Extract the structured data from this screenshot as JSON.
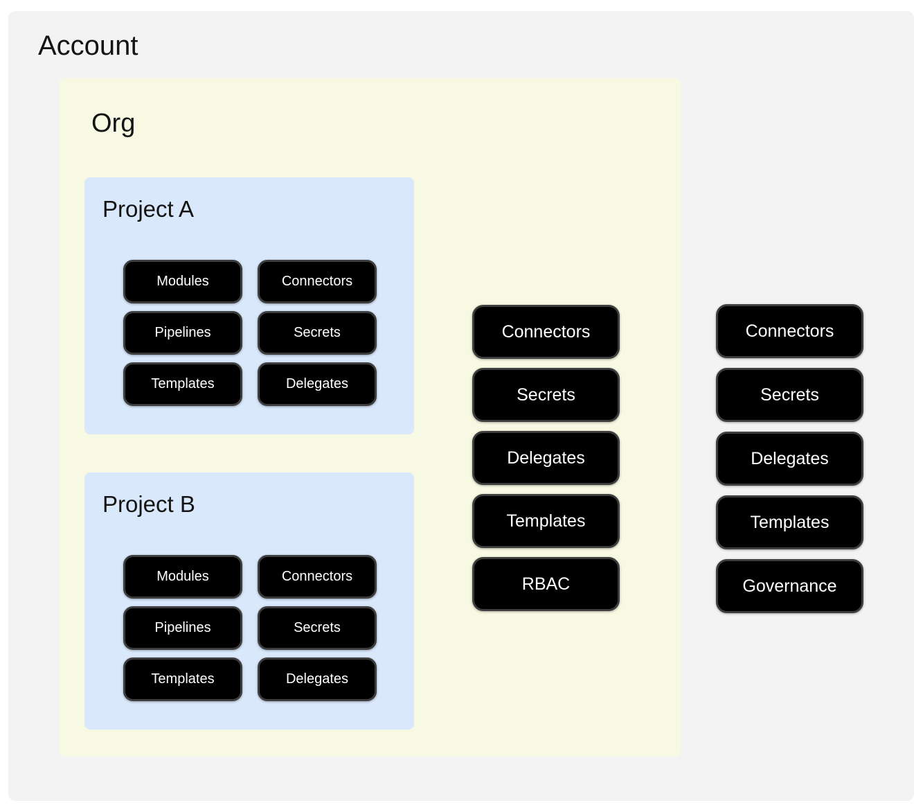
{
  "account": {
    "label": "Account",
    "resources": [
      "Connectors",
      "Secrets",
      "Delegates",
      "Templates",
      "Governance"
    ],
    "org": {
      "label": "Org",
      "resources": [
        "Connectors",
        "Secrets",
        "Delegates",
        "Templates",
        "RBAC"
      ],
      "projects": [
        {
          "label": "Project A",
          "items": [
            "Modules",
            "Connectors",
            "Pipelines",
            "Secrets",
            "Templates",
            "Delegates"
          ]
        },
        {
          "label": "Project B",
          "items": [
            "Modules",
            "Connectors",
            "Pipelines",
            "Secrets",
            "Templates",
            "Delegates"
          ]
        }
      ]
    }
  },
  "colors": {
    "account_bg": "#f3f3f4",
    "org_bg": "#f8f9e3",
    "project_bg": "#d9e8fb",
    "pill_bg": "#000000",
    "pill_border": "#3d3d3d",
    "pill_text": "#ffffff"
  }
}
